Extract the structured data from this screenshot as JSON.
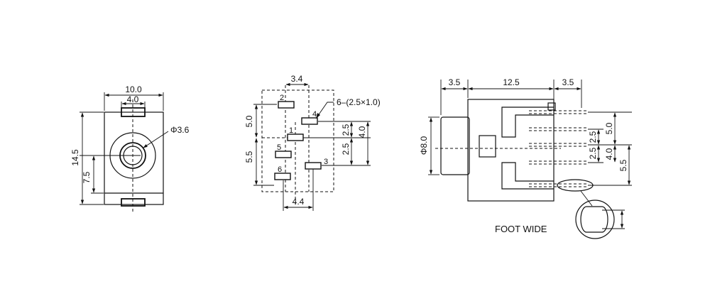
{
  "front_view": {
    "width": "10.0",
    "slot_width": "4.0",
    "hole_dia": "Φ3.6",
    "height": "14.5",
    "center_height": "7.5"
  },
  "footprint": {
    "top_spacing": "3.4",
    "pad_size": "6–(2.5×1.0)",
    "left_upper": "5.0",
    "left_lower": "5.5",
    "right_25a": "2.5",
    "right_25b": "2.5",
    "right_40": "4.0",
    "bottom_spacing": "4.4",
    "pins": [
      "1",
      "2",
      "3",
      "4",
      "5",
      "6"
    ]
  },
  "side_view": {
    "left_ext": "3.5",
    "body_len": "12.5",
    "right_ext": "3.5",
    "dia": "Φ8.0",
    "pitch_25a": "2.5",
    "pitch_25b": "2.5",
    "pitch_40": "4.0",
    "dim_50": "5.0",
    "dim_55": "5.5",
    "foot_wide_label": "FOOT WIDE"
  }
}
